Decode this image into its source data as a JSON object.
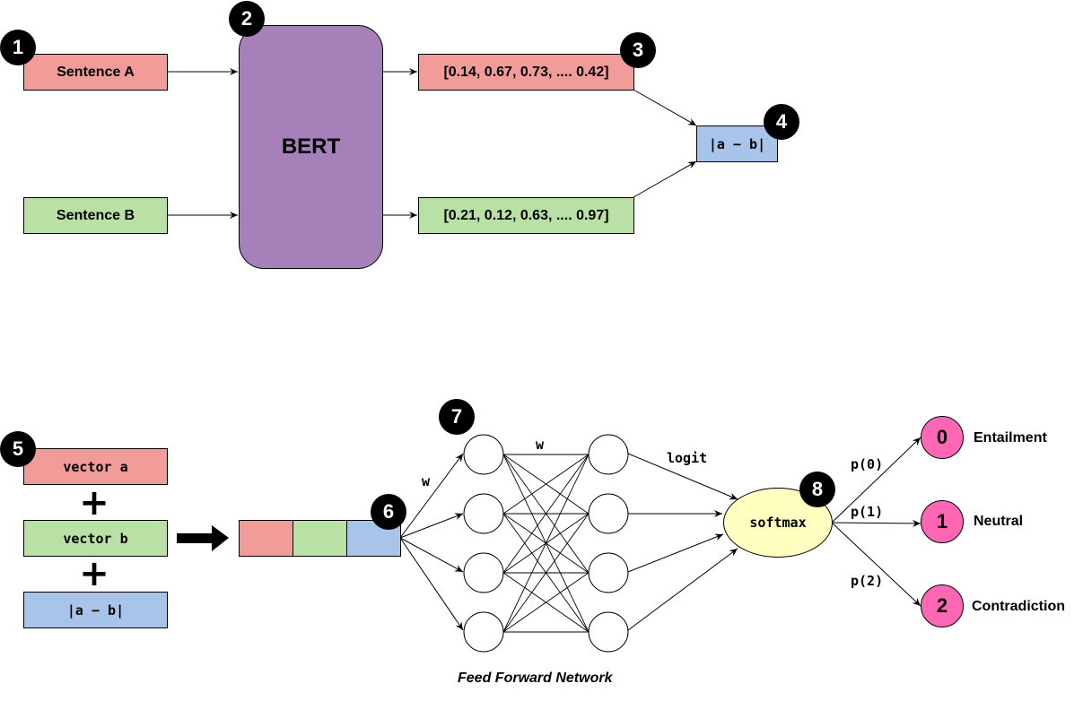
{
  "top": {
    "sentence_a": "Sentence A",
    "sentence_b": "Sentence B",
    "model": "BERT",
    "embedding_a": "[0.14, 0.67, 0.73, .... 0.42]",
    "embedding_b": "[0.21, 0.12, 0.63, .... 0.97]",
    "abs_diff": "|a − b|"
  },
  "bottom": {
    "vector_a": "vector a",
    "vector_b": "vector b",
    "abs_diff": "|a − b|",
    "plus": "+",
    "weight_label_in": "w",
    "weight_label_hidden": "w",
    "logit_label": "logit",
    "softmax": "softmax",
    "ffn_caption": "Feed Forward Network",
    "probabilities": [
      "p(0)",
      "p(1)",
      "p(2)"
    ],
    "classes": [
      {
        "id": "0",
        "name": "Entailment"
      },
      {
        "id": "1",
        "name": "Neutral"
      },
      {
        "id": "2",
        "name": "Contradiction"
      }
    ]
  },
  "badges": [
    "1",
    "2",
    "3",
    "4",
    "5",
    "6",
    "7",
    "8"
  ],
  "colors": {
    "red": "#f19c99",
    "green": "#b9e0a5",
    "blue": "#a9c4eb",
    "bert": "#a680b8",
    "ffn": "#c3a8cf",
    "softmax": "#ffffc0",
    "class": "#ff66b3"
  }
}
